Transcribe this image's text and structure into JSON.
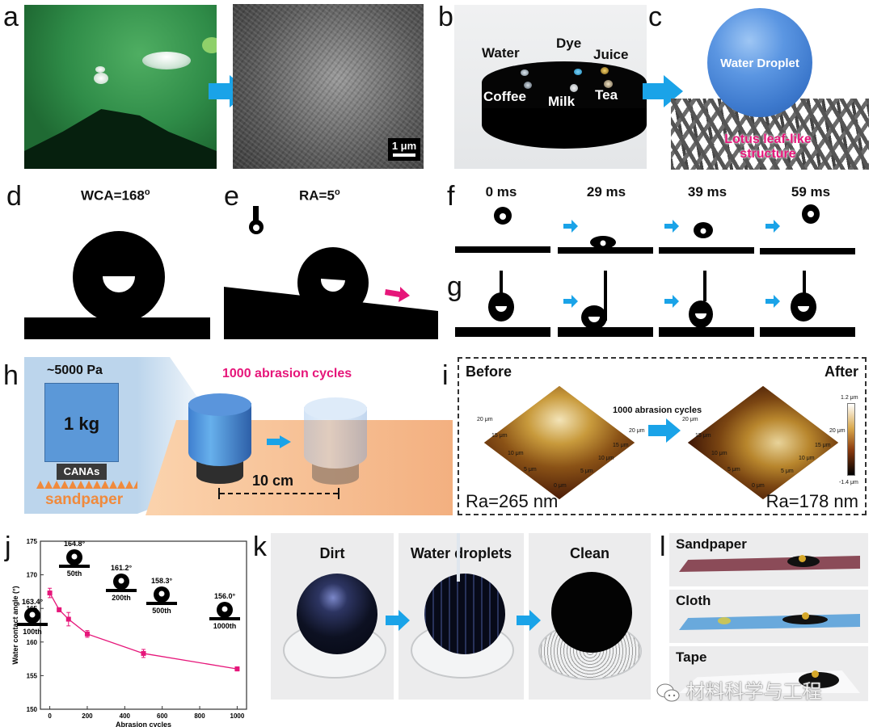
{
  "figure": {
    "panel_labels": [
      "a",
      "b",
      "c",
      "d",
      "e",
      "f",
      "g",
      "h",
      "i",
      "j",
      "k",
      "l"
    ],
    "accent_arrow_color": "#1aa3e8",
    "accent_magenta": "#e6167a"
  },
  "panel_a": {
    "scale_bar": "1 μm"
  },
  "panel_b": {
    "liquids_top": [
      "Water",
      "Dye",
      "Juice"
    ],
    "liquids_bottom": [
      "Coffee",
      "Milk",
      "Tea"
    ]
  },
  "panel_c": {
    "droplet_label": "Water Droplet",
    "structure_label_line1": "Lotus leaf-like",
    "structure_label_line2": "structure"
  },
  "panel_d": {
    "title": "WCA=168",
    "degree": "o"
  },
  "panel_e": {
    "title": "RA=5",
    "degree": "o"
  },
  "panel_f": {
    "times": [
      "0 ms",
      "29 ms",
      "39 ms",
      "59 ms"
    ]
  },
  "panel_h": {
    "pressure": "~5000 Pa",
    "weight": "1 kg",
    "sample": "CANAs",
    "substrate": "sandpaper",
    "title": "1000 abrasion cycles",
    "distance": "10 cm"
  },
  "panel_i": {
    "before_label": "Before",
    "after_label": "After",
    "arrow_label": "1000 abrasion cycles",
    "ra_before": "Ra=265 nm",
    "ra_after": "Ra=178 nm",
    "axis_ticks": [
      "0 μm",
      "5 μm",
      "10 μm",
      "15 μm",
      "20 μm"
    ],
    "colorbar_max": "1.2 μm",
    "colorbar_min": "-1.4 μm"
  },
  "panel_k": {
    "steps": [
      "Dirt",
      "Water droplets",
      "Clean"
    ]
  },
  "panel_l": {
    "surfaces": [
      "Sandpaper",
      "Cloth",
      "Tape"
    ],
    "watermark": "材料科学与工程"
  },
  "chart_data": {
    "type": "line",
    "title": "",
    "xlabel": "Abrasion cycles",
    "ylabel": "Water contact angle (°)",
    "x": [
      0,
      50,
      100,
      200,
      500,
      1000
    ],
    "series": [
      {
        "name": "WCA",
        "values": [
          167.3,
          164.8,
          163.4,
          161.2,
          158.3,
          156.0
        ],
        "errors": [
          0.7,
          0.3,
          1.0,
          0.5,
          0.6,
          0.3
        ],
        "color": "#e6167a"
      }
    ],
    "xlim": [
      -50,
      1050
    ],
    "ylim": [
      150,
      175
    ],
    "xticks": [
      0,
      200,
      400,
      600,
      800,
      1000
    ],
    "yticks": [
      150,
      155,
      160,
      165,
      170,
      175
    ],
    "grid": false,
    "annotations": [
      {
        "value": "164.8°",
        "cycle": "50th"
      },
      {
        "value": "163.4°",
        "cycle": "100th"
      },
      {
        "value": "161.2°",
        "cycle": "200th"
      },
      {
        "value": "158.3°",
        "cycle": "500th"
      },
      {
        "value": "156.0°",
        "cycle": "1000th"
      }
    ]
  }
}
